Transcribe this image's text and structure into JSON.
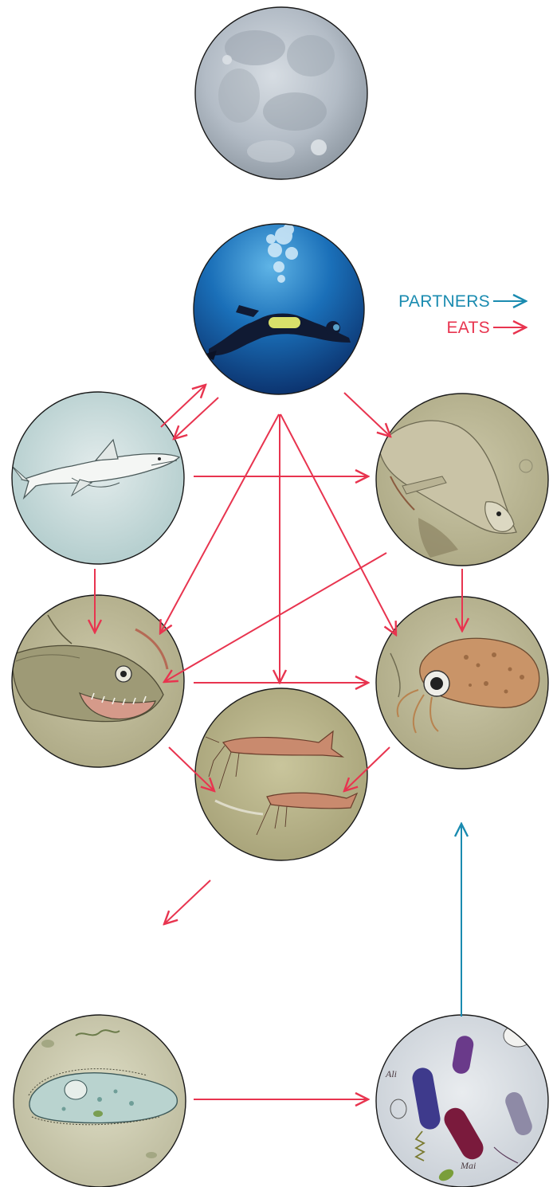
{
  "legend": {
    "partners_label": "PARTNERS",
    "eats_label": "EATS",
    "partners_color": "#1a8bb0",
    "eats_color": "#e8344f"
  },
  "bacteria_labels": {
    "left": "Ali",
    "right": "Mai"
  },
  "nodes": [
    {
      "name": "moon",
      "depiction": "full-moon-photo"
    },
    {
      "name": "scuba-diver",
      "depiction": "scuba-diver-photo"
    },
    {
      "name": "shark",
      "depiction": "great-white-shark-painting"
    },
    {
      "name": "seal",
      "depiction": "seal-painting"
    },
    {
      "name": "fish",
      "depiction": "toothy-fish-painting"
    },
    {
      "name": "squid",
      "depiction": "bobtail-squid-painting"
    },
    {
      "name": "shrimp",
      "depiction": "shrimp-painting"
    },
    {
      "name": "ciliate",
      "depiction": "ciliate-microbe-painting"
    },
    {
      "name": "bacteria",
      "depiction": "bacteria-painting"
    }
  ],
  "edges": [
    {
      "from": "scuba-diver",
      "to": "shark",
      "type": "eats"
    },
    {
      "from": "shark",
      "to": "scuba-diver",
      "type": "eats"
    },
    {
      "from": "scuba-diver",
      "to": "seal",
      "type": "eats"
    },
    {
      "from": "scuba-diver",
      "to": "fish",
      "type": "eats"
    },
    {
      "from": "scuba-diver",
      "to": "shrimp",
      "type": "eats"
    },
    {
      "from": "scuba-diver",
      "to": "squid",
      "type": "eats"
    },
    {
      "from": "shark",
      "to": "seal",
      "type": "eats"
    },
    {
      "from": "shark",
      "to": "fish",
      "type": "eats"
    },
    {
      "from": "seal",
      "to": "fish",
      "type": "eats"
    },
    {
      "from": "seal",
      "to": "squid",
      "type": "eats"
    },
    {
      "from": "fish",
      "to": "squid",
      "type": "eats"
    },
    {
      "from": "fish",
      "to": "shrimp",
      "type": "eats"
    },
    {
      "from": "squid",
      "to": "shrimp",
      "type": "eats"
    },
    {
      "from": "shrimp",
      "to": "ciliate",
      "type": "eats"
    },
    {
      "from": "ciliate",
      "to": "bacteria",
      "type": "eats"
    },
    {
      "from": "bacteria",
      "to": "squid",
      "type": "partners"
    }
  ]
}
